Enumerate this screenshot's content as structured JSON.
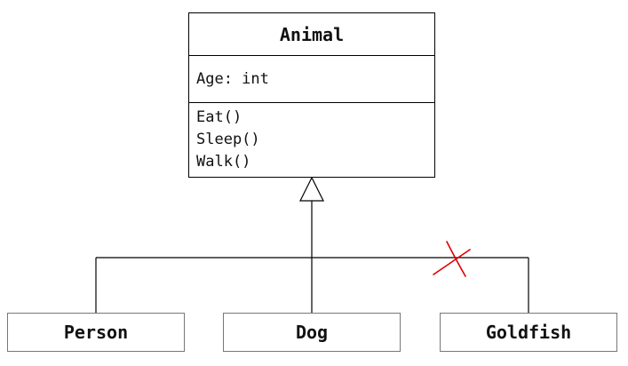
{
  "diagram": {
    "parent_class": {
      "name": "Animal",
      "attributes": [
        "Age: int"
      ],
      "methods": [
        "Eat()",
        "Sleep()",
        "Walk()"
      ]
    },
    "subclasses": [
      {
        "name": "Person"
      },
      {
        "name": "Dog"
      },
      {
        "name": "Goldfish"
      }
    ],
    "colors": {
      "line": "#000000",
      "cross_mark": "#e00000",
      "subclass_border": "#777777"
    }
  }
}
